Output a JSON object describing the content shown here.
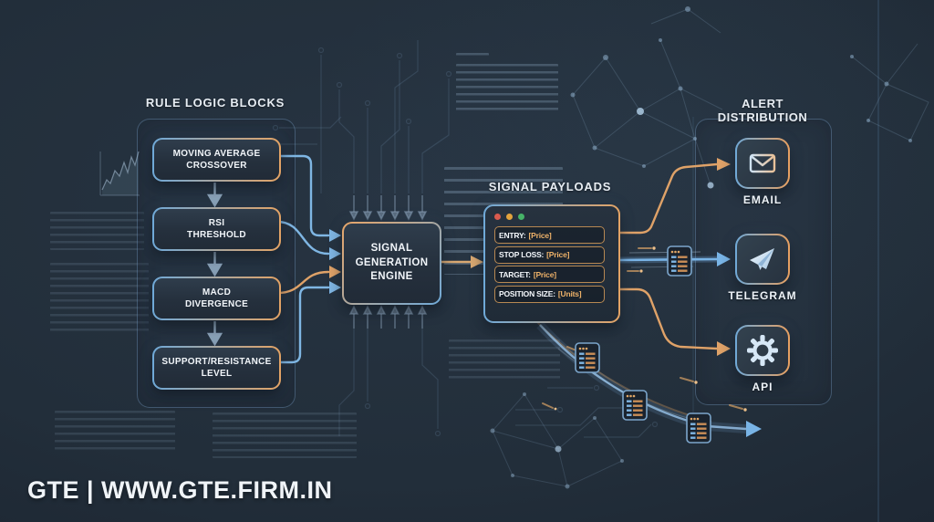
{
  "titles": {
    "rule_blocks": "RULE LOGIC BLOCKS",
    "signal_payloads": "SIGNAL PAYLOADS",
    "alert_distribution": "ALERT DISTRIBUTION"
  },
  "rule_blocks": {
    "items": [
      {
        "label": "MOVING AVERAGE\nCROSSOVER"
      },
      {
        "label": "RSI\nTHRESHOLD"
      },
      {
        "label": "MACD\nDIVERGENCE"
      },
      {
        "label": "SUPPORT/RESISTANCE\nLEVEL"
      }
    ]
  },
  "engine": {
    "label": "SIGNAL\nGENERATION\nENGINE"
  },
  "payloads": {
    "rows": [
      {
        "label": "ENTRY:",
        "value": "[Price]"
      },
      {
        "label": "STOP LOSS:",
        "value": "[Price]"
      },
      {
        "label": "TARGET:",
        "value": "[Price]"
      },
      {
        "label": "POSITION SIZE:",
        "value": "[Units]"
      }
    ]
  },
  "alerts": {
    "channels": [
      {
        "label": "EMAIL",
        "icon": "envelope-icon"
      },
      {
        "label": "TELEGRAM",
        "icon": "paper-plane-icon"
      },
      {
        "label": "API",
        "icon": "gear-icon"
      }
    ]
  },
  "footer": {
    "brand": "GTE | WWW.GTE.FIRM.IN"
  },
  "colors": {
    "accent_blue": "#6fa9d8",
    "accent_orange": "#e3a365",
    "value_amber": "#eeb269",
    "background": "#212d39"
  }
}
